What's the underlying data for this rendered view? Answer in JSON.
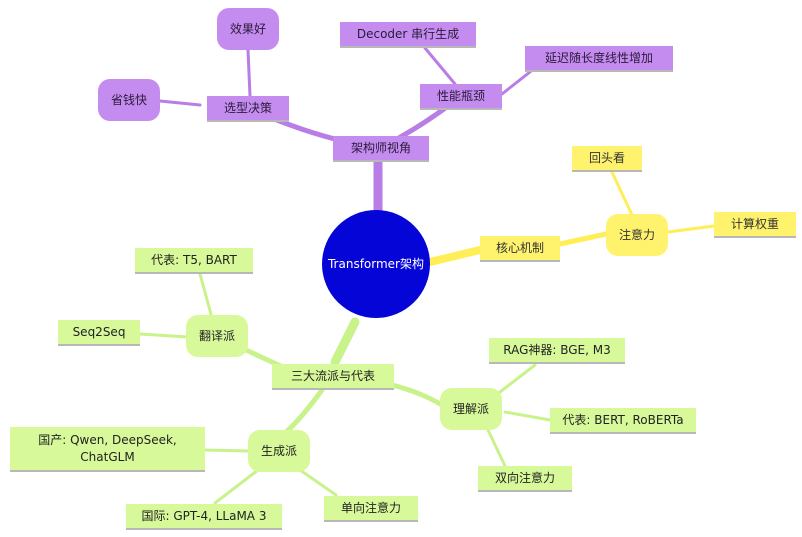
{
  "root": {
    "label": "Transformer架构"
  },
  "branches": {
    "architect": {
      "label": "架构师视角",
      "selection": {
        "label": "选型决策",
        "cheap": "省钱快",
        "good": "效果好"
      },
      "bottleneck": {
        "label": "性能瓶颈",
        "decoder": "Decoder 串行生成",
        "latency": "延迟随长度线性增加"
      }
    },
    "core": {
      "label": "核心机制",
      "attention": {
        "label": "注意力",
        "lookback": "回头看",
        "weights": "计算权重"
      }
    },
    "schools": {
      "label": "三大流派与代表",
      "translate": {
        "label": "翻译派",
        "seq2seq": "Seq2Seq",
        "rep": "代表: T5, BART"
      },
      "understand": {
        "label": "理解派",
        "rag": "RAG神器: BGE, M3",
        "rep": "代表: BERT, RoBERTa",
        "bidir": "双向注意力"
      },
      "generate": {
        "label": "生成派",
        "domestic": "国产: Qwen, DeepSeek, ChatGLM",
        "intl": "国际: GPT-4, LLaMA 3",
        "unidir": "单向注意力"
      }
    }
  },
  "colors": {
    "purple_node": "#c58cf0",
    "purple_edge": "#b87de6",
    "yellow_node": "#fff36e",
    "yellow_edge": "#ffee55",
    "green_node": "#d8f99a",
    "green_edge": "#c8f28a",
    "root": "#0505d8"
  }
}
